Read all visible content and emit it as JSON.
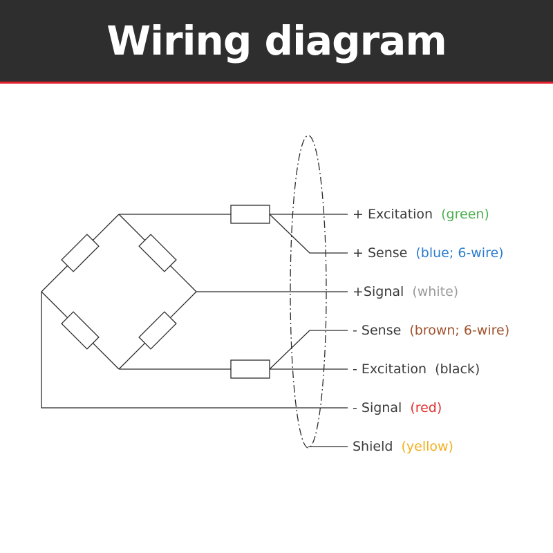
{
  "header": {
    "title": "Wiring diagram",
    "background_color": "#2e2e2e",
    "accent_color": "#e4202e"
  },
  "wires": [
    {
      "label": "+ Excitation",
      "color_name": "(green)",
      "color": "#4caf50"
    },
    {
      "label": "+ Sense",
      "color_name": "(blue; 6-wire)",
      "color": "#2b7cd0"
    },
    {
      "label": "+Signal",
      "color_name": "(white)",
      "color": "#9a9a9a"
    },
    {
      "label": "- Sense",
      "color_name": "(brown; 6-wire)",
      "color": "#a0522d"
    },
    {
      "label": "- Excitation",
      "color_name": "(black)",
      "color": "#3a3a3a"
    },
    {
      "label": "- Signal",
      "color_name": "(red)",
      "color": "#e0302e"
    },
    {
      "label": "Shield",
      "color_name": "(yellow)",
      "color": "#f0b020"
    }
  ]
}
